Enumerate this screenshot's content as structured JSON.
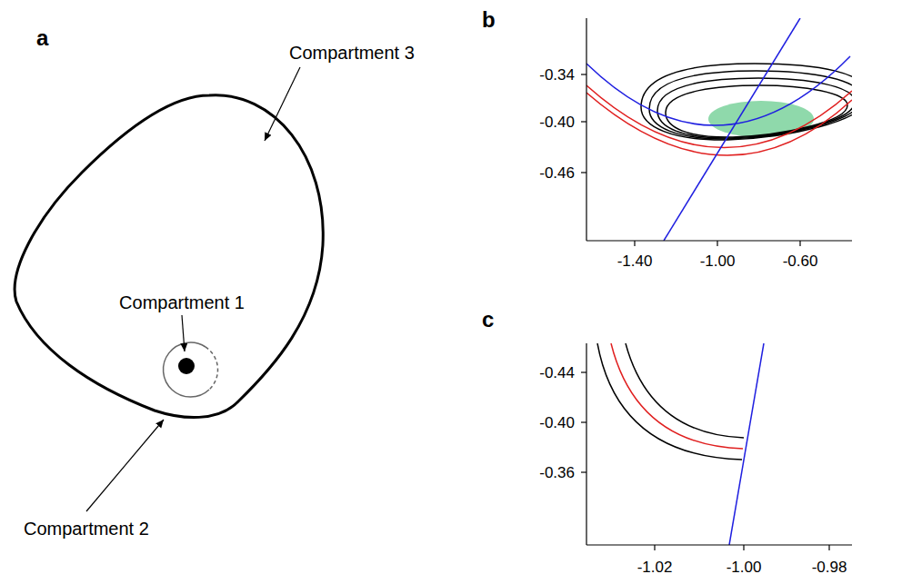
{
  "diagram": {
    "labels": [
      "a",
      "Compartment 3",
      "Compartment 1",
      "Compartment 2",
      "b",
      "-0.34",
      "-0.40",
      "-0.46",
      "-1.40",
      "-1.00",
      "-0.60",
      "c",
      "-0.44",
      "-0.40",
      "-0.36",
      "-1.02",
      "-1.00",
      "-0.98"
    ]
  }
}
